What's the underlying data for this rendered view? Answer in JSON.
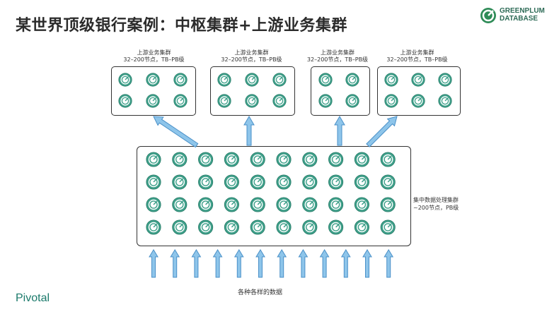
{
  "slide": {
    "title": "某世界顶级银行案例：中枢集群+上游业务集群"
  },
  "brand": {
    "name_line1": "GREENPLUM",
    "name_line2": "DATABASE"
  },
  "upstream_clusters": [
    {
      "line1": "上游业务集群",
      "line2": "32–200节点，TB–PB级",
      "nodes": 6
    },
    {
      "line1": "上游业务集群",
      "line2": "32–200节点，TB–PB级",
      "nodes": 6
    },
    {
      "line1": "上游业务集群",
      "line2": "32–200节点，TB–PB级",
      "nodes": 4
    },
    {
      "line1": "上游业务集群",
      "line2": "32–200节点，TB–PB级",
      "nodes": 6
    }
  ],
  "core_cluster": {
    "line1": "集中数据处理集群",
    "line2": "~200节点，PB级",
    "rows": 4,
    "cols": 10
  },
  "data_sources": {
    "label": "各种各样的数据"
  },
  "footer": {
    "logo": "Pivotal"
  },
  "colors": {
    "node_fill": "#3fa08a",
    "arrow_fill": "#8ec5ea",
    "arrow_stroke": "#4a90c8",
    "brand_green": "#2e6b57"
  }
}
